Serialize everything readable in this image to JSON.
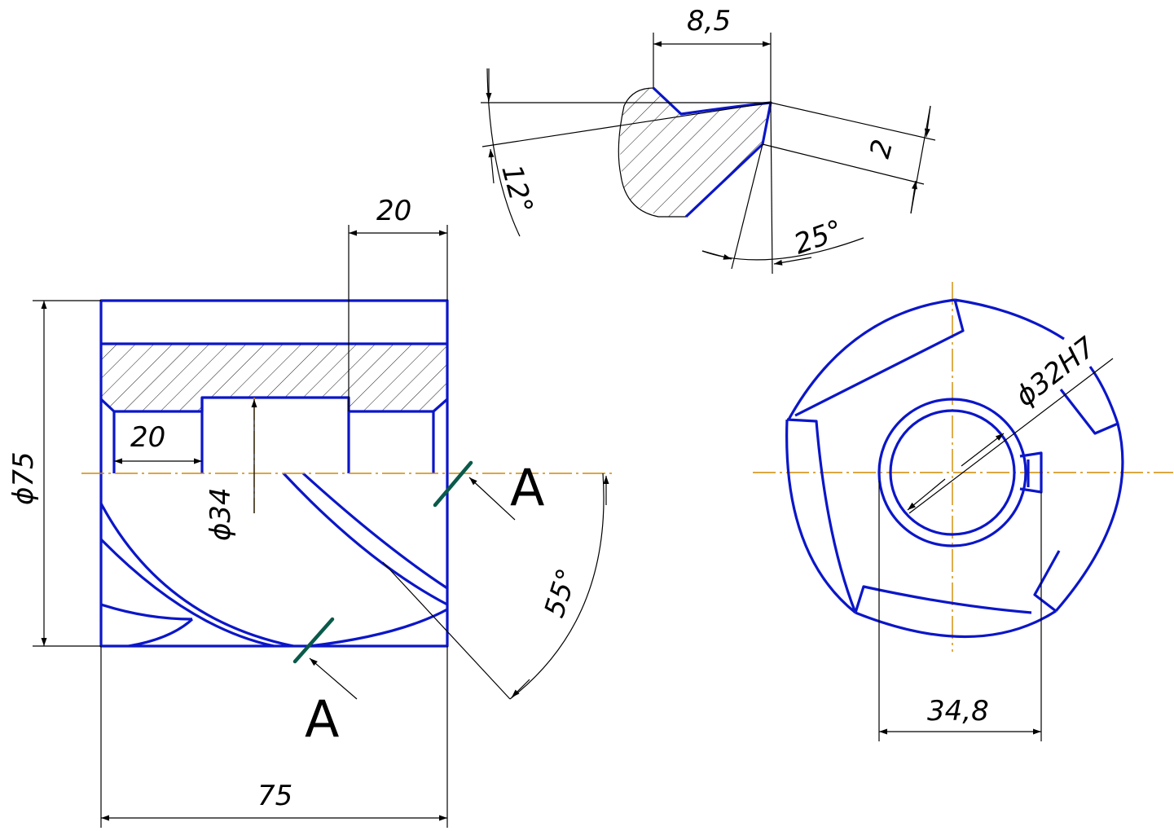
{
  "dimensions": {
    "tooth_width": "8,5",
    "rake_angle": "12°",
    "land": "2",
    "clearance_angle": "25°",
    "groove_length": "20",
    "outer_diameter": "ϕ75",
    "undercut_length": "20",
    "bore_diameter": "ϕ34",
    "helix_angle": "55°",
    "overall_length": "75",
    "hole_fit": "ϕ32H7",
    "keyway_dimension": "34,8"
  },
  "section_markers": {
    "right": "A",
    "bottom": "A"
  },
  "colors": {
    "outline": "#0b16c8",
    "dimension": "#000000",
    "axis": "#d08a00",
    "section_cut": "#0a5a4a"
  }
}
